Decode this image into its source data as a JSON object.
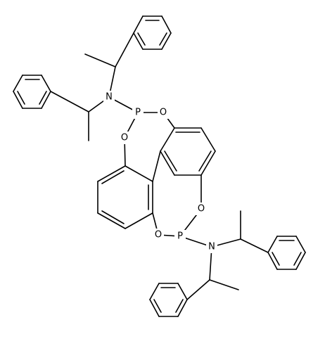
{
  "molecule": {
    "atom_labels": {
      "n_top": "N",
      "p_top": "P",
      "o_top_right": "O",
      "o_top_left": "O",
      "o_bottom_right": "O",
      "p_bottom": "P",
      "o_bottom_left": "O",
      "n_bottom": "N"
    },
    "colors": {
      "bond": "#000000",
      "label": "#000000",
      "background": "#ffffff"
    }
  }
}
